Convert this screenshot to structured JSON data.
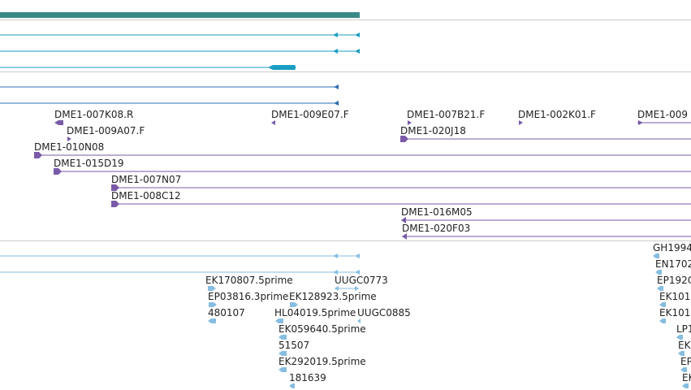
{
  "colors": {
    "background": "#ffffff",
    "separator": "#cccccc",
    "gene_bar": "#3a8a86",
    "transcript": "#1a9ec2",
    "protein": "#2a6fb0",
    "clone": "#7a5aa8",
    "est": "#86bde0",
    "label": "#222222"
  },
  "tracks": {
    "clones": [
      {
        "label": "DME1-007K08.R"
      },
      {
        "label": "DME1-009A07.F"
      },
      {
        "label": "DME1-010N08"
      },
      {
        "label": "DME1-015D19"
      },
      {
        "label": "DME1-007N07"
      },
      {
        "label": "DME1-008C12"
      },
      {
        "label": "DME1-009E07.F"
      },
      {
        "label": "DME1-007B21.F"
      },
      {
        "label": "DME1-020J18"
      },
      {
        "label": "DME1-016M05"
      },
      {
        "label": "DME1-020F03"
      },
      {
        "label": "DME1-002K01.F"
      },
      {
        "label": "DME1-009"
      }
    ],
    "ests": [
      {
        "label": "EK170807.5prime"
      },
      {
        "label": "EP03816.3prime"
      },
      {
        "label": "EK128923.5prime"
      },
      {
        "label": "480107"
      },
      {
        "label": "HL04019.5prime"
      },
      {
        "label": "UUGC0885"
      },
      {
        "label": "UUGC0773"
      },
      {
        "label": "EK059640.5prime"
      },
      {
        "label": "51507"
      },
      {
        "label": "EK292019.5prime"
      },
      {
        "label": "181639"
      },
      {
        "label": "GH1994"
      },
      {
        "label": "EN1702"
      },
      {
        "label": "EP192C"
      },
      {
        "label": "EK101"
      },
      {
        "label": "EK101"
      },
      {
        "label": "LP1"
      },
      {
        "label": "EK"
      },
      {
        "label": "EP"
      },
      {
        "label": "EK"
      }
    ]
  }
}
